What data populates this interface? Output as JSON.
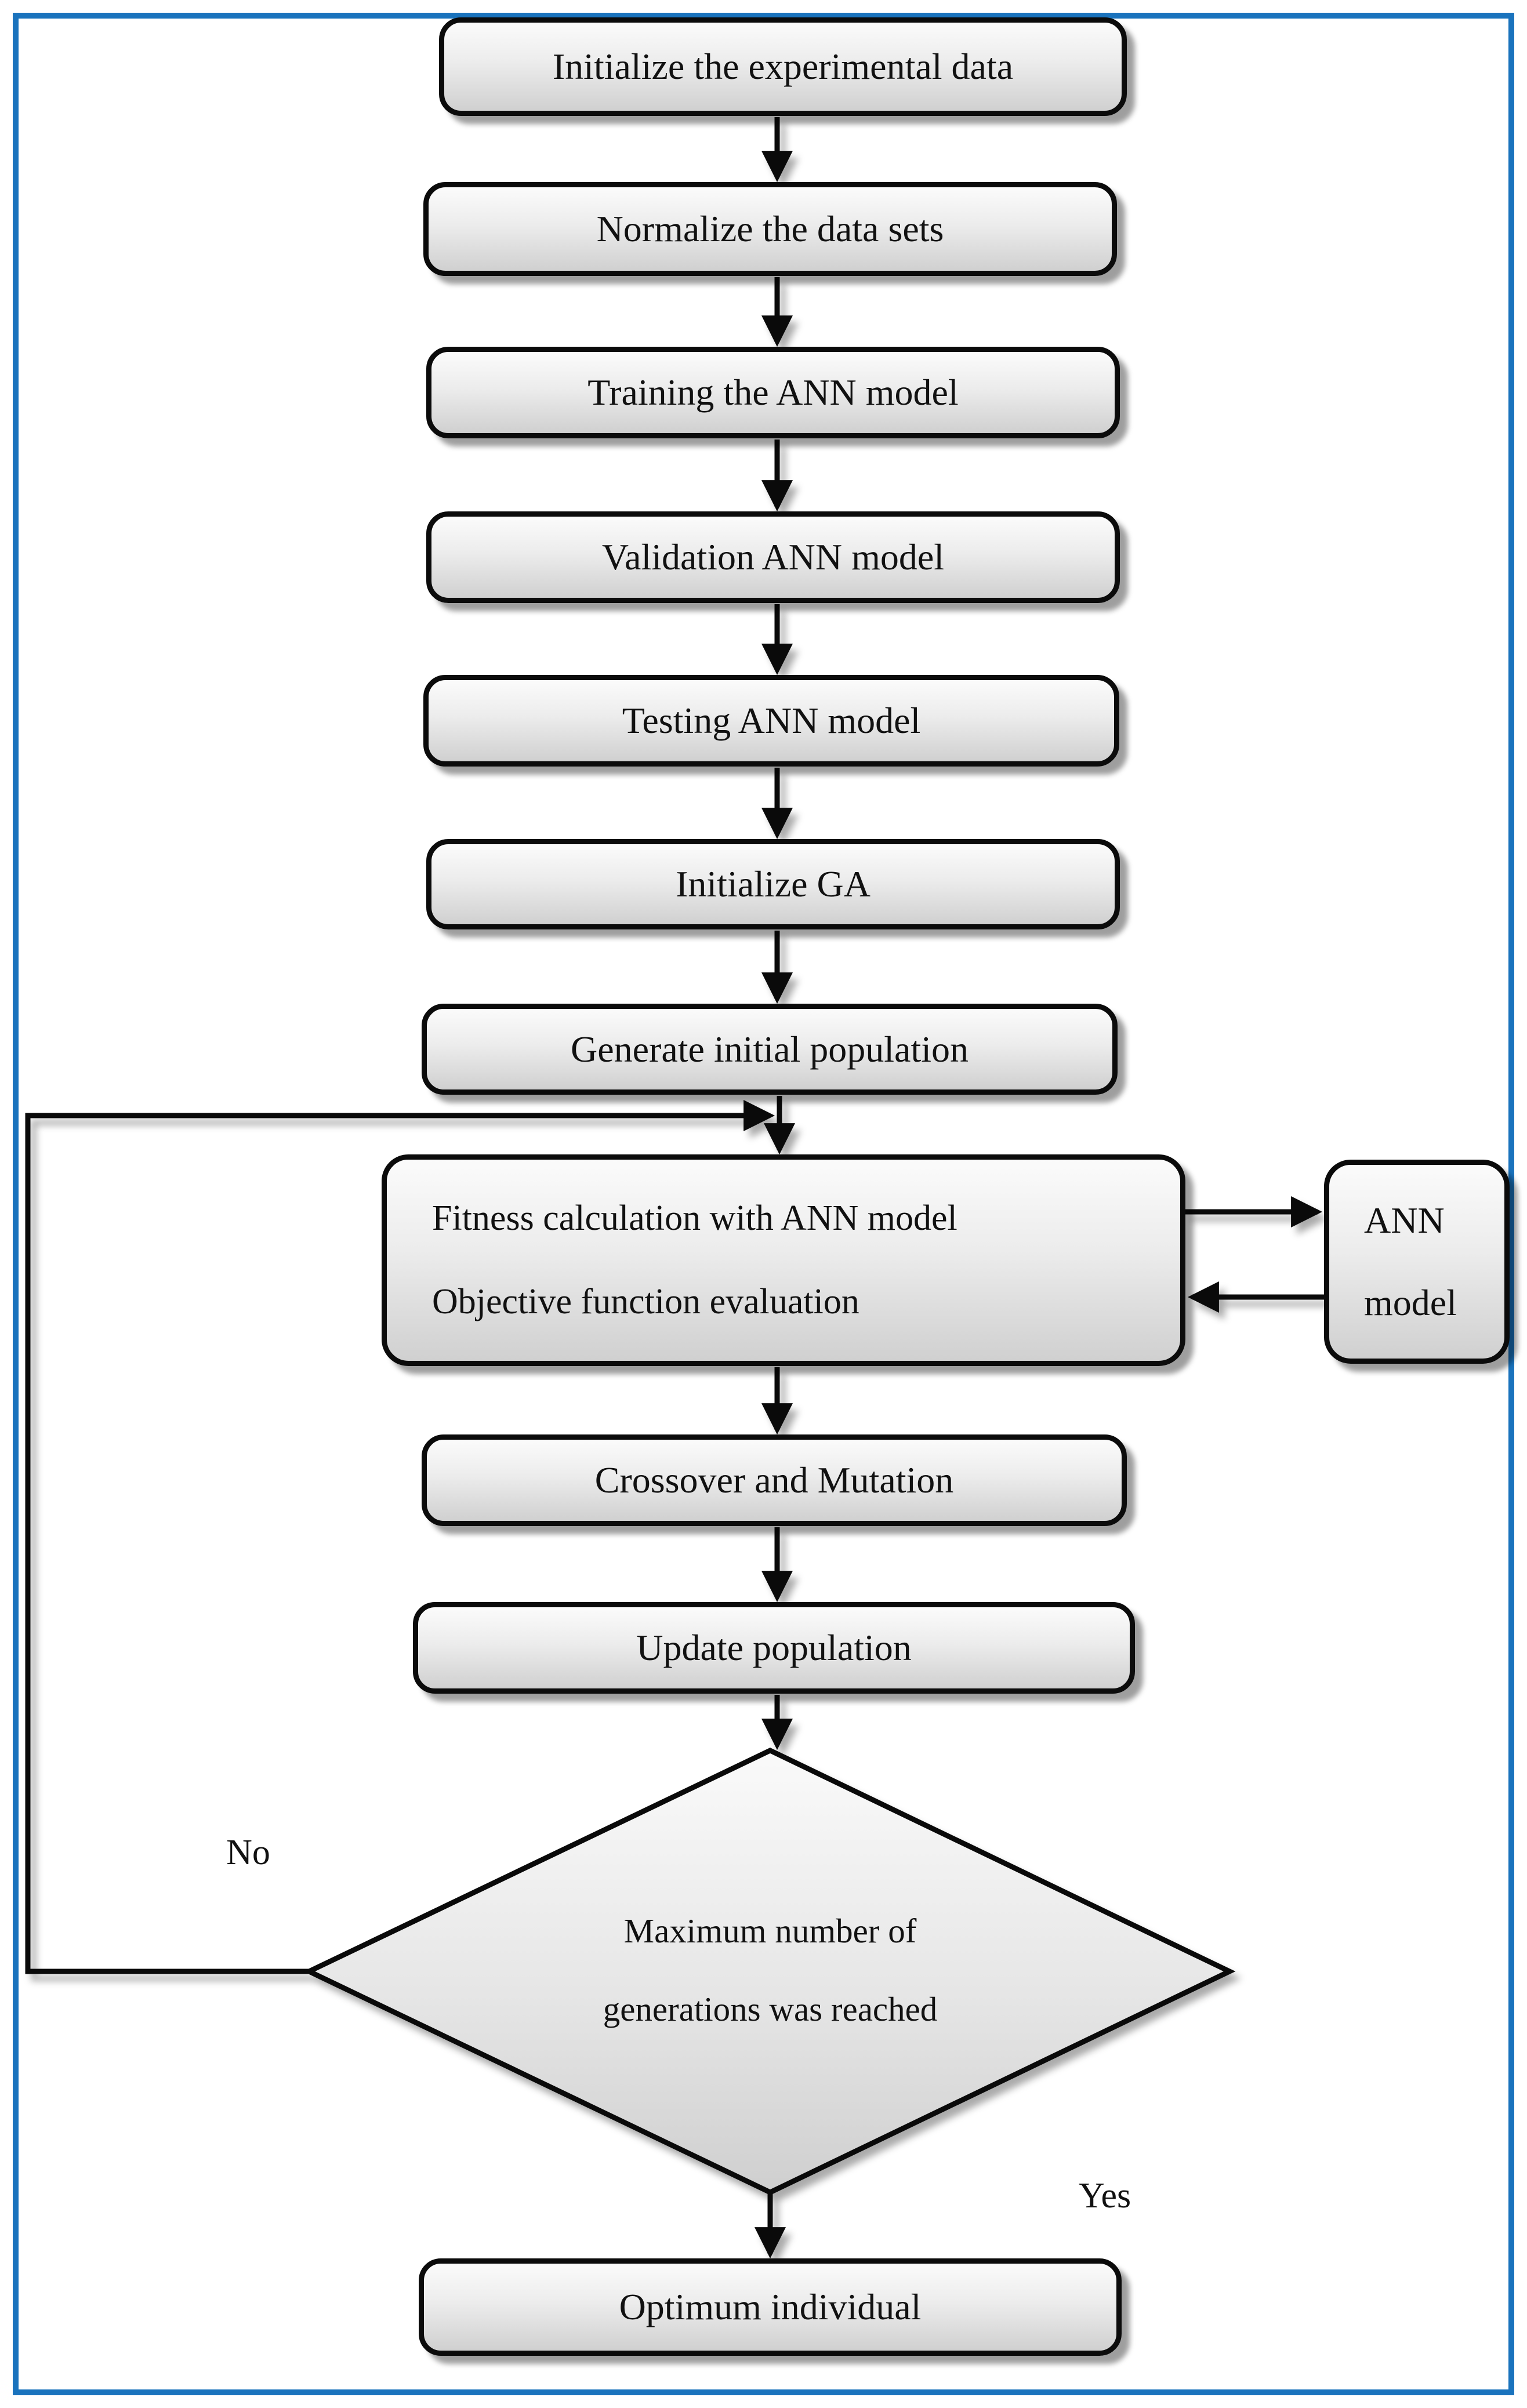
{
  "figure": {
    "type": "flowchart",
    "frame_border_color": "#1a73bd",
    "node_border_color": "#0b0b0b",
    "node_fill_top": "#fbfbfb",
    "node_fill_bottom": "#d0d0d0",
    "line_color": "#0a0a0a",
    "text_color": "#111111"
  },
  "nodes": {
    "init_data": "Initialize the experimental data",
    "normalize": "Normalize the data sets",
    "training": "Training the ANN model",
    "validation": "Validation ANN model",
    "testing": "Testing ANN model",
    "init_ga": "Initialize GA",
    "gen_pop": "Generate initial population",
    "fitness_line1": "Fitness calculation with ANN model",
    "fitness_line2": "Objective function evaluation",
    "ann_line1": "ANN",
    "ann_line2": "model",
    "crossover": "Crossover and Mutation",
    "update_pop": "Update population",
    "decision_line1": "Maximum number of",
    "decision_line2": "generations was reached",
    "optimum": "Optimum individual"
  },
  "labels": {
    "no": "No",
    "yes": "Yes"
  }
}
